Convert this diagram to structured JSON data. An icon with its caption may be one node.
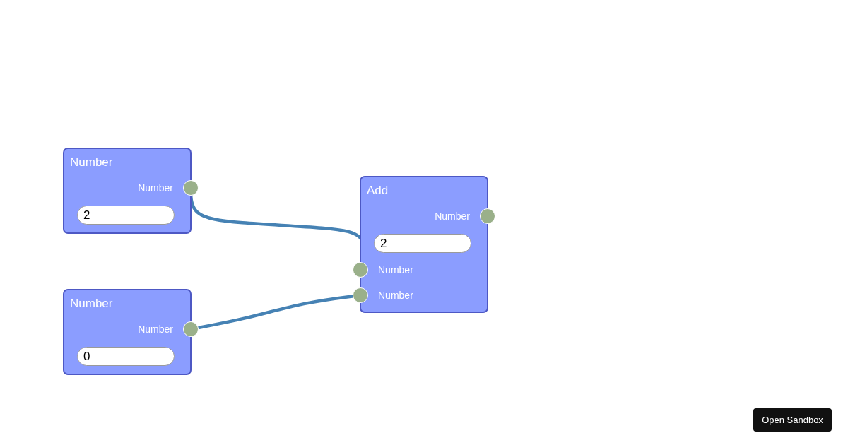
{
  "diagram": {
    "nodes": [
      {
        "text": [
          "Number",
          "Number",
          "2"
        ]
      },
      {
        "text": [
          "Number",
          "Number",
          "0"
        ]
      },
      {
        "text": [
          "Add",
          "Number",
          "2",
          "Number",
          "Number"
        ]
      }
    ],
    "edges": [
      {
        "from": 0,
        "to": 2,
        "arrow": "none"
      },
      {
        "from": 1,
        "to": 2,
        "arrow": "none"
      }
    ],
    "labels": [
      "Open Sandbox"
    ]
  }
}
